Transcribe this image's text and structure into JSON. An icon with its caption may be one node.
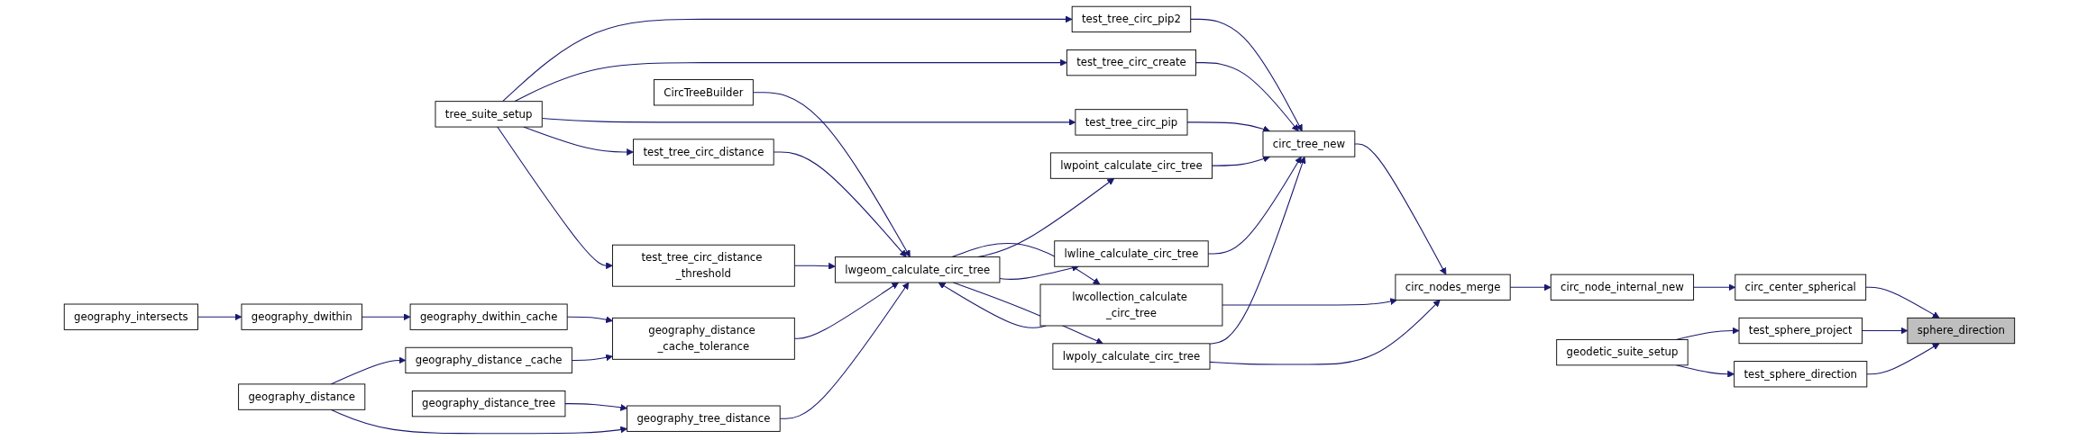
{
  "diagram": {
    "nodes": [
      {
        "text": [
          "geography_intersects"
        ]
      },
      {
        "text": [
          "geography_dwithin"
        ]
      },
      {
        "text": [
          "geography_distance"
        ]
      },
      {
        "text": [
          "geography_distance_tree"
        ]
      },
      {
        "text": [
          "tree_suite_setup"
        ]
      },
      {
        "text": [
          "geography_dwithin_cache"
        ]
      },
      {
        "text": [
          "geography_distance _cache"
        ]
      },
      {
        "text": [
          "test_tree_circ_pip2"
        ]
      },
      {
        "text": [
          "test_tree_circ_create"
        ]
      },
      {
        "text": [
          "test_tree_circ_pip"
        ]
      },
      {
        "text": [
          "test_tree_circ_distance"
        ]
      },
      {
        "text": [
          "test_tree_circ_distance _threshold"
        ]
      },
      {
        "text": [
          "CircTreeBuilder"
        ]
      },
      {
        "text": [
          "geography_distance _cache_tolerance"
        ]
      },
      {
        "text": [
          "geography_tree_distance"
        ]
      },
      {
        "text": [
          "lwcollection_calculate _circ_tree"
        ]
      },
      {
        "text": [
          "lwgeom_calculate_circ_tree"
        ]
      },
      {
        "text": [
          "lwpoint_calculate_circ_tree"
        ]
      },
      {
        "text": [
          "lwline_calculate_circ_tree"
        ]
      },
      {
        "text": [
          "lwpoly_calculate_circ_tree"
        ]
      },
      {
        "text": [
          "circ_tree_new"
        ]
      },
      {
        "text": [
          "circ_nodes_merge"
        ]
      },
      {
        "text": [
          "circ_node_internal_new"
        ]
      },
      {
        "text": [
          "geodetic_suite_setup"
        ]
      },
      {
        "text": [
          "circ_center_spherical"
        ]
      },
      {
        "text": [
          "test_sphere_project"
        ]
      },
      {
        "text": [
          "test_sphere_direction"
        ]
      },
      {
        "text": [
          "sphere_direction"
        ]
      }
    ],
    "edges": [
      {
        "from": 0,
        "to": 1,
        "arrow": "to"
      },
      {
        "from": 1,
        "to": 5,
        "arrow": "to"
      },
      {
        "from": 2,
        "to": 6,
        "arrow": "to"
      },
      {
        "from": 2,
        "to": 14,
        "arrow": "to"
      },
      {
        "from": 3,
        "to": 14,
        "arrow": "to"
      },
      {
        "from": 4,
        "to": 7,
        "arrow": "to"
      },
      {
        "from": 4,
        "to": 8,
        "arrow": "to"
      },
      {
        "from": 4,
        "to": 9,
        "arrow": "to"
      },
      {
        "from": 4,
        "to": 10,
        "arrow": "to"
      },
      {
        "from": 4,
        "to": 11,
        "arrow": "to"
      },
      {
        "from": 5,
        "to": 13,
        "arrow": "to"
      },
      {
        "from": 6,
        "to": 13,
        "arrow": "to"
      },
      {
        "from": 7,
        "to": 20,
        "arrow": "to"
      },
      {
        "from": 8,
        "to": 20,
        "arrow": "to"
      },
      {
        "from": 9,
        "to": 20,
        "arrow": "to"
      },
      {
        "from": 10,
        "to": 16,
        "arrow": "to"
      },
      {
        "from": 11,
        "to": 16,
        "arrow": "to"
      },
      {
        "from": 12,
        "to": 16,
        "arrow": "to"
      },
      {
        "from": 13,
        "to": 16,
        "arrow": "to"
      },
      {
        "from": 14,
        "to": 16,
        "arrow": "to"
      },
      {
        "from": 15,
        "to": 16,
        "arrow": "to"
      },
      {
        "from": 15,
        "to": 21,
        "arrow": "to"
      },
      {
        "from": 16,
        "to": 15,
        "arrow": "to"
      },
      {
        "from": 16,
        "to": 17,
        "arrow": "to"
      },
      {
        "from": 16,
        "to": 18,
        "arrow": "to"
      },
      {
        "from": 16,
        "to": 19,
        "arrow": "to"
      },
      {
        "from": 17,
        "to": 20,
        "arrow": "to"
      },
      {
        "from": 18,
        "to": 20,
        "arrow": "to"
      },
      {
        "from": 19,
        "to": 20,
        "arrow": "to"
      },
      {
        "from": 19,
        "to": 21,
        "arrow": "to"
      },
      {
        "from": 20,
        "to": 21,
        "arrow": "to"
      },
      {
        "from": 21,
        "to": 22,
        "arrow": "to"
      },
      {
        "from": 22,
        "to": 24,
        "arrow": "to"
      },
      {
        "from": 23,
        "to": 25,
        "arrow": "to"
      },
      {
        "from": 23,
        "to": 26,
        "arrow": "to"
      },
      {
        "from": 24,
        "to": 27,
        "arrow": "to"
      },
      {
        "from": 25,
        "to": 27,
        "arrow": "to"
      },
      {
        "from": 26,
        "to": 27,
        "arrow": "to"
      }
    ]
  }
}
